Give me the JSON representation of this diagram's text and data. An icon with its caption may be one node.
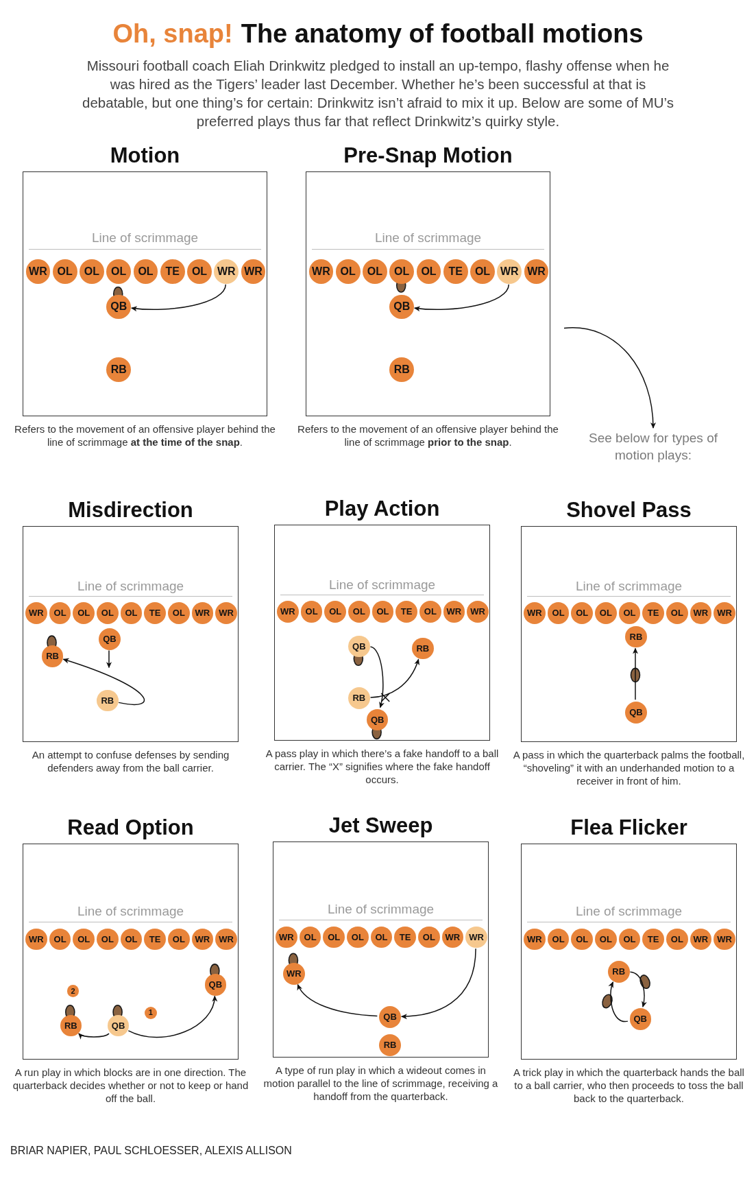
{
  "diagram": {
    "title": "The anatomy of football motions",
    "nodes": [
      {
        "text": [
          "Motion",
          "Line of scrimmage"
        ],
        "beside": [
          "Refers to the movement of an offensive player behind the line of scrimmage **at the time of the snap**."
        ]
      },
      {
        "text": [
          "WR"
        ],
        "in": 0
      },
      {
        "text": [
          "OL"
        ],
        "in": 0
      },
      {
        "text": [
          "OL"
        ],
        "in": 0
      },
      {
        "text": [
          "OL"
        ],
        "in": 0
      },
      {
        "text": [
          "OL"
        ],
        "in": 0
      },
      {
        "text": [
          "TE"
        ],
        "in": 0
      },
      {
        "text": [
          "OL"
        ],
        "in": 0
      },
      {
        "text": [
          "WR"
        ],
        "in": 0
      },
      {
        "text": [
          "WR"
        ],
        "in": 0
      },
      {
        "text": [
          "QB"
        ],
        "in": 0
      },
      {
        "text": [
          "RB"
        ],
        "in": 0
      },
      {
        "text": [
          "Pre-Snap Motion",
          "Line of scrimmage"
        ],
        "beside": [
          "Refers to the movement of an offensive player behind the line of scrimmage **prior to the snap**."
        ]
      },
      {
        "text": [
          "WR"
        ],
        "in": 12
      },
      {
        "text": [
          "OL"
        ],
        "in": 12
      },
      {
        "text": [
          "OL"
        ],
        "in": 12
      },
      {
        "text": [
          "OL"
        ],
        "in": 12
      },
      {
        "text": [
          "OL"
        ],
        "in": 12
      },
      {
        "text": [
          "TE"
        ],
        "in": 12
      },
      {
        "text": [
          "OL"
        ],
        "in": 12
      },
      {
        "text": [
          "WR"
        ],
        "in": 12
      },
      {
        "text": [
          "WR"
        ],
        "in": 12
      },
      {
        "text": [
          "QB"
        ],
        "in": 12
      },
      {
        "text": [
          "RB"
        ],
        "in": 12
      },
      {
        "text": [
          "See below for types of motion plays:"
        ]
      },
      {
        "text": [
          "Misdirection",
          "Line of scrimmage"
        ],
        "beside": [
          "An attempt to confuse defenses by sending defenders away from the ball carrier."
        ]
      },
      {
        "text": [
          "WR"
        ],
        "in": 25
      },
      {
        "text": [
          "OL"
        ],
        "in": 25
      },
      {
        "text": [
          "OL"
        ],
        "in": 25
      },
      {
        "text": [
          "OL"
        ],
        "in": 25
      },
      {
        "text": [
          "OL"
        ],
        "in": 25
      },
      {
        "text": [
          "TE"
        ],
        "in": 25
      },
      {
        "text": [
          "OL"
        ],
        "in": 25
      },
      {
        "text": [
          "WR"
        ],
        "in": 25
      },
      {
        "text": [
          "WR"
        ],
        "in": 25
      },
      {
        "text": [
          "QB"
        ],
        "in": 25
      },
      {
        "text": [
          "RB"
        ],
        "in": 25
      },
      {
        "text": [
          "RB"
        ],
        "in": 25
      },
      {
        "text": [
          "Play Action",
          "Line of scrimmage"
        ],
        "beside": [
          "A pass play in which there’s a fake handoff to a ball carrier. The “X” signifies where the fake handoff occurs."
        ]
      },
      {
        "text": [
          "WR"
        ],
        "in": 38
      },
      {
        "text": [
          "OL"
        ],
        "in": 38
      },
      {
        "text": [
          "OL"
        ],
        "in": 38
      },
      {
        "text": [
          "OL"
        ],
        "in": 38
      },
      {
        "text": [
          "OL"
        ],
        "in": 38
      },
      {
        "text": [
          "TE"
        ],
        "in": 38
      },
      {
        "text": [
          "OL"
        ],
        "in": 38
      },
      {
        "text": [
          "WR"
        ],
        "in": 38
      },
      {
        "text": [
          "WR"
        ],
        "in": 38
      },
      {
        "text": [
          "QB"
        ],
        "in": 38
      },
      {
        "text": [
          "RB"
        ],
        "in": 38
      },
      {
        "text": [
          "RB"
        ],
        "in": 38
      },
      {
        "text": [
          "QB"
        ],
        "in": 38
      },
      {
        "text": [
          "Shovel Pass",
          "Line of scrimmage"
        ],
        "beside": [
          "A pass in which the quarterback palms the football, “shoveling” it with an underhanded motion to a receiver in front of him."
        ]
      },
      {
        "text": [
          "WR"
        ],
        "in": 52
      },
      {
        "text": [
          "OL"
        ],
        "in": 52
      },
      {
        "text": [
          "OL"
        ],
        "in": 52
      },
      {
        "text": [
          "OL"
        ],
        "in": 52
      },
      {
        "text": [
          "OL"
        ],
        "in": 52
      },
      {
        "text": [
          "TE"
        ],
        "in": 52
      },
      {
        "text": [
          "OL"
        ],
        "in": 52
      },
      {
        "text": [
          "WR"
        ],
        "in": 52
      },
      {
        "text": [
          "WR"
        ],
        "in": 52
      },
      {
        "text": [
          "RB"
        ],
        "in": 52
      },
      {
        "text": [
          "QB"
        ],
        "in": 52
      },
      {
        "text": [
          "Read Option",
          "Line of scrimmage"
        ],
        "beside": [
          "A run play in which blocks are in one direction. The quarterback decides whether or not to keep or hand off the ball."
        ]
      },
      {
        "text": [
          "WR"
        ],
        "in": 64
      },
      {
        "text": [
          "OL"
        ],
        "in": 64
      },
      {
        "text": [
          "OL"
        ],
        "in": 64
      },
      {
        "text": [
          "OL"
        ],
        "in": 64
      },
      {
        "text": [
          "OL"
        ],
        "in": 64
      },
      {
        "text": [
          "TE"
        ],
        "in": 64
      },
      {
        "text": [
          "OL"
        ],
        "in": 64
      },
      {
        "text": [
          "WR"
        ],
        "in": 64
      },
      {
        "text": [
          "WR"
        ],
        "in": 64
      },
      {
        "text": [
          "QB"
        ],
        "in": 64
      },
      {
        "text": [
          "2"
        ],
        "in": 64
      },
      {
        "text": [
          "1"
        ],
        "in": 64
      },
      {
        "text": [
          "RB"
        ],
        "in": 64
      },
      {
        "text": [
          "QB"
        ],
        "in": 64
      },
      {
        "text": [
          "Jet Sweep",
          "Line of scrimmage"
        ],
        "beside": [
          "A type of run play in which a wideout comes in motion parallel to the line of scrimmage, receiving a handoff from the quarterback."
        ]
      },
      {
        "text": [
          "WR"
        ],
        "in": 79
      },
      {
        "text": [
          "OL"
        ],
        "in": 79
      },
      {
        "text": [
          "OL"
        ],
        "in": 79
      },
      {
        "text": [
          "OL"
        ],
        "in": 79
      },
      {
        "text": [
          "OL"
        ],
        "in": 79
      },
      {
        "text": [
          "TE"
        ],
        "in": 79
      },
      {
        "text": [
          "OL"
        ],
        "in": 79
      },
      {
        "text": [
          "WR"
        ],
        "in": 79
      },
      {
        "text": [
          "WR"
        ],
        "in": 79
      },
      {
        "text": [
          "WR"
        ],
        "in": 79
      },
      {
        "text": [
          "QB"
        ],
        "in": 79
      },
      {
        "text": [
          "RB"
        ],
        "in": 79
      },
      {
        "text": [
          "Flea Flicker",
          "Line of scrimmage"
        ],
        "beside": [
          "A trick play in which the quarterback hands the ball to a ball carrier, who then proceeds to toss the ball back to the quarterback."
        ]
      },
      {
        "text": [
          "WR"
        ],
        "in": 92
      },
      {
        "text": [
          "OL"
        ],
        "in": 92
      },
      {
        "text": [
          "OL"
        ],
        "in": 92
      },
      {
        "text": [
          "OL"
        ],
        "in": 92
      },
      {
        "text": [
          "OL"
        ],
        "in": 92
      },
      {
        "text": [
          "TE"
        ],
        "in": 92
      },
      {
        "text": [
          "OL"
        ],
        "in": 92
      },
      {
        "text": [
          "WR"
        ],
        "in": 92
      },
      {
        "text": [
          "WR"
        ],
        "in": 92
      },
      {
        "text": [
          "RB"
        ],
        "in": 92
      },
      {
        "text": [
          "QB"
        ],
        "in": 92
      }
    ],
    "edges": [
      {
        "from": 8,
        "to": 10,
        "arrow": "to"
      },
      {
        "from": 20,
        "to": 22,
        "arrow": "to"
      },
      {
        "from": 12,
        "to": 24,
        "arrow": "to"
      },
      {
        "from": 35,
        "to": null,
        "arrow": "to"
      },
      {
        "from": 37,
        "to": 36,
        "arrow": "to"
      },
      {
        "from": 48,
        "to": 51,
        "arrow": "to"
      },
      {
        "from": 50,
        "to": 49,
        "arrow": "to"
      },
      {
        "from": 63,
        "to": 62,
        "arrow": "to"
      },
      {
        "from": 78,
        "to": 77,
        "arrow": "to"
      },
      {
        "from": 78,
        "to": 74,
        "arrow": "to"
      },
      {
        "from": 88,
        "to": 90,
        "arrow": "to"
      },
      {
        "from": 90,
        "to": 89,
        "arrow": "to"
      },
      {
        "from": 102,
        "to": 103,
        "arrow": "to"
      },
      {
        "from": 103,
        "to": 102,
        "arrow": "to"
      }
    ],
    "labels": [
      "Oh, snap!",
      "Missouri football coach Eliah Drinkwitz pledged to install an up-tempo, flashy offense when he was hired as the Tigers’ leader last December. Whether he’s been successful at that is debatable, but one thing’s for certain: Drinkwitz isn’t afraid to mix it up. Below are some of MU’s preferred plays thus far that reflect Drinkwitz’s quirky style.",
      "BRIAR NAPIER, PAUL SCHLOESSER, ALEXIS ALLISON"
    ]
  }
}
